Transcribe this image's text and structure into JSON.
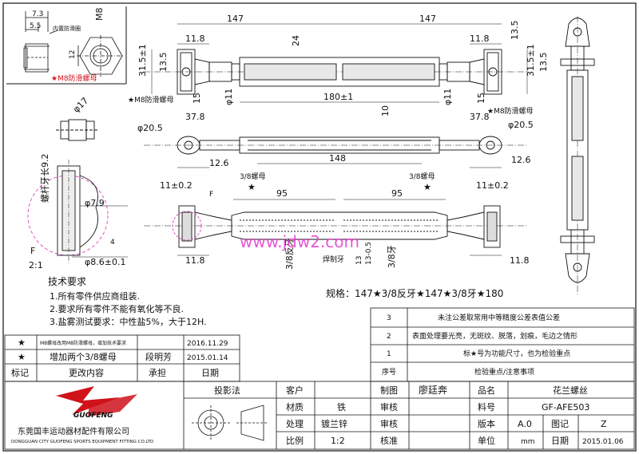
{
  "dims": {
    "top_left_147": "147",
    "top_right_147": "147",
    "d_11_8_tl": "11.8",
    "d_11_8_tr": "11.8",
    "d_24": "24",
    "d_13_5_tr": "13.5",
    "d_13_5_l": "13.5",
    "d_31_5_l": "31.5±1",
    "d_31_5_r": "31.5±1",
    "d_13_5_r": "13.5",
    "d_15_l": "15",
    "d_15_r": "15",
    "d_11_l": "φ11",
    "d_11_r": "φ11",
    "d_180": "180±1",
    "d_10": "10",
    "d_37_8_l": "37.8",
    "d_37_8_r": "37.8",
    "d_17": "φ17",
    "d_20_5_l": "φ20.5",
    "d_20_5_r": "φ20.5",
    "d_148": "148",
    "d_12_6_l": "12.6",
    "d_12_6_r": "12.6",
    "d_11_02_l": "11±0.2",
    "d_11_02_r": "11±0.2",
    "d_95_l": "95",
    "d_95_r": "95",
    "d_11_8_bl": "11.8",
    "d_11_8_br": "11.8",
    "d_3_8_left": "3/8反牙",
    "d_13_left": "13",
    "d_13_05": "13-0.5",
    "d_3_8_right": "3/8牙",
    "d_7_3": "7.3",
    "d_5_5": "5.5",
    "d_12": "12",
    "d_m8": "M8",
    "d_7_9": "φ7.9",
    "d_8_6": "φ8.6±0.1",
    "d_4": "4",
    "d_thread_len": "螺杆牙长9.2"
  },
  "notes": {
    "inner_nut": "内置防滑圈",
    "m8_nut_red": "★M8防滑螺母",
    "m8_nut_l": "★M8防滑螺母",
    "m8_nut_r": "★M8防滑螺母",
    "nut38_l": "3/8螺母",
    "nut38_r": "3/8螺母",
    "star": "★",
    "welded": "焊制牙",
    "detail_f": "F",
    "detail_scale": "2:1",
    "detail_tag": "F",
    "spec": "规格：147★3/8反牙★147★3/8牙★180",
    "watermark": "www.jdw2.com"
  },
  "tech": {
    "title": "技术要求",
    "items": [
      "1.所有零件供应商组装.",
      "2.要求所有零件不能有氧化等不良.",
      "3.盐雾测试要求：中性盐5%，大于12H."
    ]
  },
  "revisions": {
    "rows": [
      {
        "mark": "★",
        "content": "M8螺母改用M8防滑螺母，增加技术要求",
        "person": "",
        "date": "2016.11.29"
      },
      {
        "mark": "★",
        "content": "增加两个3/8螺母",
        "person": "段明芳",
        "date": "2015.01.14"
      }
    ],
    "header": {
      "mark": "标记",
      "content": "更改内容",
      "person": "承担",
      "date": "日期"
    }
  },
  "inspection": {
    "rows": [
      {
        "no": "3",
        "text": "未注公差取常用中等精度公差表值公差"
      },
      {
        "no": "2",
        "text": "表面处理要光亮，无斑纹、脱落，划痕，毛边之情形"
      },
      {
        "no": "1",
        "text": "标★号为功能尺寸，也为检验重点"
      }
    ],
    "header": {
      "no": "序号",
      "text": "检验重点/注意事项"
    }
  },
  "title_block": {
    "projection": "投影法",
    "customer_label": "客户",
    "customer": "",
    "drafter_label": "制图",
    "drafter": "廖廷奔",
    "name_label": "品名",
    "name": "花兰螺丝",
    "material_label": "材质",
    "material": "铁",
    "review_label": "审核",
    "part_label": "料号",
    "part": "GF-AFE503",
    "process_label": "处理",
    "process": "镀兰锌",
    "review2_label": "审核",
    "version_label": "版本",
    "version": "A.0",
    "figno_label": "图记",
    "figno": "Z",
    "scale_label": "比例",
    "scale": "1:2",
    "approve_label": "核准",
    "unit_label": "单位",
    "unit": "mm",
    "date_label": "日期",
    "date": "2015.01.06"
  },
  "company": {
    "logo_text": "GUOFENG",
    "name_cn": "东莞国丰运动器材配件有限公司",
    "name_en": "DONGGUAN CITY GUOFENG SPORTS EQUIPMENT FITTING CO.LTD"
  },
  "colors": {
    "brand": "#d0121b",
    "line": "#111111",
    "detail": "#e040c0"
  }
}
